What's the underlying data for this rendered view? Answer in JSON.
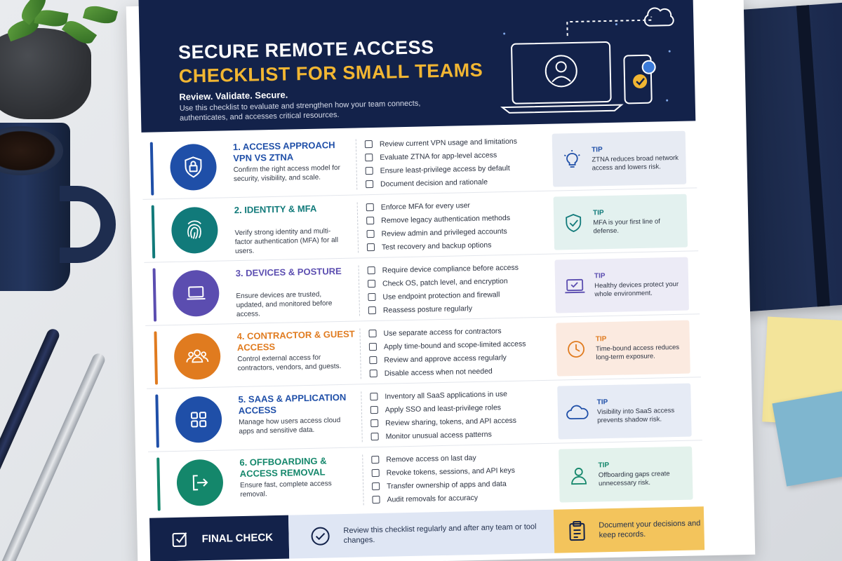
{
  "header": {
    "title_line_1": "Secure Remote Access",
    "title_line_2": "Checklist for Small Teams",
    "tagline": "Review. Validate. Secure.",
    "intro": "Use this checklist to evaluate and strengthen how your team connects, authenticates, and accesses critical resources."
  },
  "sections": [
    {
      "title": "1. Access Approach VPN vs ZTNA",
      "description": "Confirm the right access model for security, visibility, and scale.",
      "icon": "shield-lock-icon",
      "color": "#1f4fa8",
      "tip_bg": "#e7ebf3",
      "checks": [
        "Review current VPN usage and limitations",
        "Evaluate ZTNA for app-level access",
        "Ensure least-privilege access by default",
        "Document decision and rationale"
      ],
      "tip_label": "TIP",
      "tip_text": "ZTNA reduces broad network access and lowers risk.",
      "tip_icon": "lightbulb-icon"
    },
    {
      "title": "2. Identity & MFA",
      "description": "Verify strong identity and multi-factor authentication (MFA) for all users.",
      "icon": "fingerprint-icon",
      "color": "#117a7a",
      "tip_bg": "#e3f1ef",
      "checks": [
        "Enforce MFA for every user",
        "Remove legacy authentication methods",
        "Review admin and privileged accounts",
        "Test recovery and backup options"
      ],
      "tip_label": "TIP",
      "tip_text": "MFA is your first line of defense.",
      "tip_icon": "shield-check-icon"
    },
    {
      "title": "3. Devices & Posture",
      "description": "Ensure devices are trusted, updated, and monitored before access.",
      "icon": "laptop-icon",
      "color": "#5b4db0",
      "tip_bg": "#ecebf6",
      "checks": [
        "Require device compliance before access",
        "Check OS, patch level, and encryption",
        "Use endpoint protection and firewall",
        "Reassess posture regularly"
      ],
      "tip_label": "TIP",
      "tip_text": "Healthy devices protect your whole environment.",
      "tip_icon": "laptop-check-icon"
    },
    {
      "title": "4. Contractor & Guest Access",
      "description": "Control external access for contractors, vendors, and guests.",
      "icon": "people-icon",
      "color": "#e07b1f",
      "tip_bg": "#fbeae0",
      "checks": [
        "Use separate access for contractors",
        "Apply time-bound and scope-limited access",
        "Review and approve access regularly",
        "Disable access when not needed"
      ],
      "tip_label": "TIP",
      "tip_text": "Time-bound access reduces long-term exposure.",
      "tip_icon": "clock-icon"
    },
    {
      "title": "5. SaaS & Application Access",
      "description": "Manage how users access cloud apps and sensitive data.",
      "icon": "apps-grid-icon",
      "color": "#1f4fa8",
      "tip_bg": "#e6ebf5",
      "checks": [
        "Inventory all SaaS applications in use",
        "Apply SSO and least-privilege roles",
        "Review sharing, tokens, and API access",
        "Monitor unusual access patterns"
      ],
      "tip_label": "TIP",
      "tip_text": "Visibility into SaaS access prevents shadow risk.",
      "tip_icon": "cloud-icon"
    },
    {
      "title": "6. Offboarding & Access Removal",
      "description": "Ensure fast, complete access removal.",
      "icon": "exit-icon",
      "color": "#14876b",
      "tip_bg": "#e3f2ec",
      "checks": [
        "Remove access on last day",
        "Revoke tokens, sessions, and API keys",
        "Transfer ownership of apps and data",
        "Audit removals for accuracy"
      ],
      "tip_label": "TIP",
      "tip_text": "Offboarding gaps create unnecessary risk.",
      "tip_icon": "user-icon"
    }
  ],
  "footer": {
    "final_check": "Final Check",
    "middle_text": "Review this checklist regularly and after any team or tool changes.",
    "right_text": "Document your decisions and keep records."
  },
  "colors": {
    "navy": "#13224a",
    "gold": "#f2b632"
  }
}
